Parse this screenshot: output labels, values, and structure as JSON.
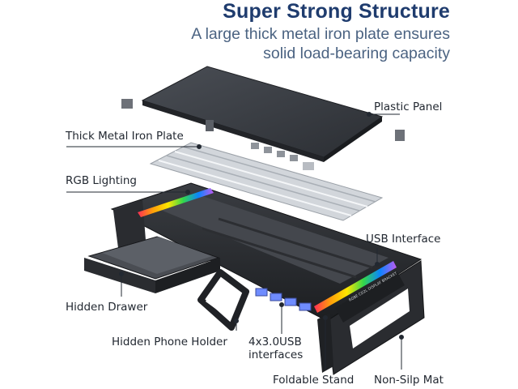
{
  "heading": {
    "title": "Super Strong Structure",
    "subtitle_line1": "A large thick metal iron plate ensures",
    "subtitle_line2": "solid load-bearing capacity"
  },
  "callouts": {
    "plastic_panel": "Plastic Panel",
    "metal_plate": "Thick Metal Iron Plate",
    "rgb_lighting": "RGB Lighting",
    "usb_interface": "USB Interface",
    "hidden_drawer": "Hidden Drawer",
    "hidden_phone_holder": "Hidden Phone Holder",
    "usb_ports_line1": "4x3.0USB",
    "usb_ports_line2": "interfaces",
    "foldable_stand": "Foldable Stand",
    "non_slip_mat": "Non-Silp Mat"
  },
  "product_print": "RGBE CD2L DISPLAY BRACKET",
  "colors": {
    "title": "#1f3c6e",
    "subtitle": "#4b6382",
    "panel": "#3a3d42",
    "plate": "#d2d6db",
    "base": "#26282c",
    "rgb": [
      "#ff2d55",
      "#ff9f0a",
      "#ffe600",
      "#32d74b",
      "#0a84ff",
      "#bf5af2"
    ]
  }
}
